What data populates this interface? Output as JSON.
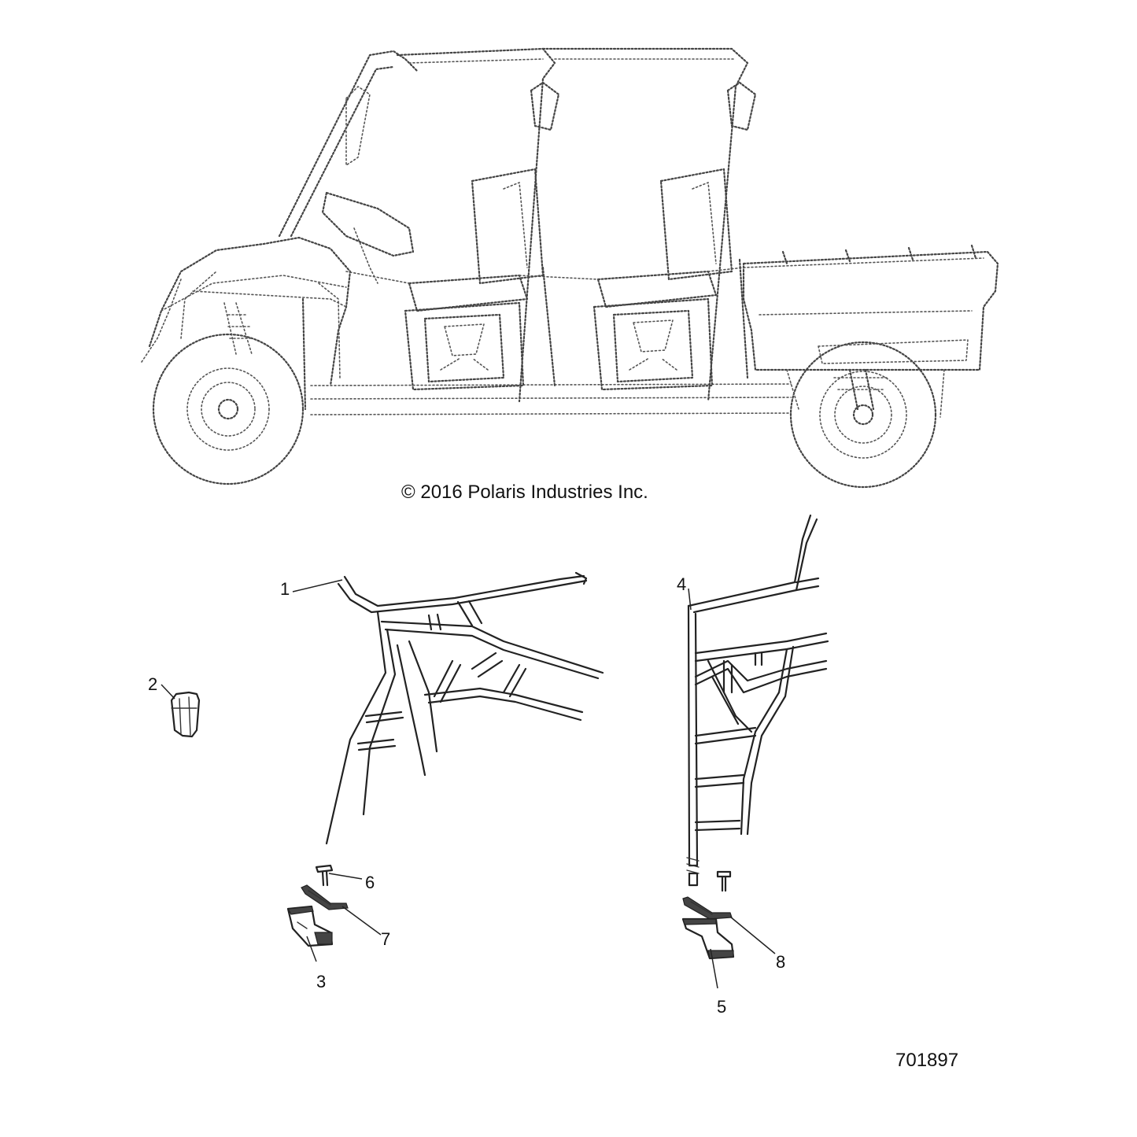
{
  "copyright": "© 2016 Polaris Industries Inc.",
  "part_number": "701897",
  "callouts": [
    "1",
    "2",
    "3",
    "4",
    "5",
    "6",
    "7",
    "8"
  ],
  "parts": [
    {
      "callout": "1",
      "icon": "front-door-frame-icon"
    },
    {
      "callout": "2",
      "icon": "clip-icon"
    },
    {
      "callout": "3",
      "icon": "front-latch-bracket-icon"
    },
    {
      "callout": "4",
      "icon": "rear-door-frame-icon"
    },
    {
      "callout": "5",
      "icon": "rear-latch-bracket-icon"
    },
    {
      "callout": "6",
      "icon": "rivet-icon"
    },
    {
      "callout": "7",
      "icon": "front-strap-icon"
    },
    {
      "callout": "8",
      "icon": "rear-strap-icon"
    }
  ]
}
